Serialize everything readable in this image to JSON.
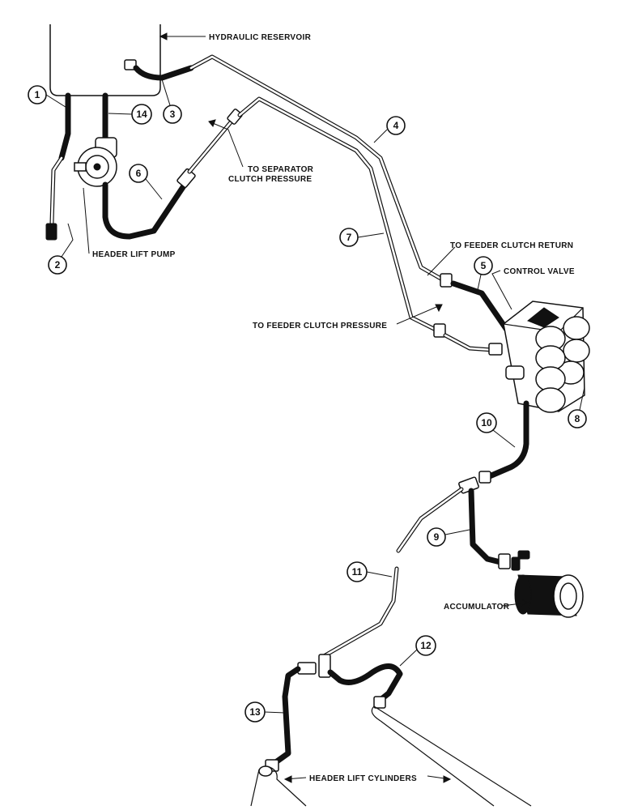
{
  "labels": {
    "hydraulic_reservoir": "HYDRAULIC RESERVOIR",
    "header_lift_pump": "HEADER LIFT PUMP",
    "separator_line1": "TO SEPARATOR",
    "separator_line2": "CLUTCH PRESSURE",
    "feeder_clutch_return": "TO FEEDER CLUTCH RETURN",
    "control_valve": "CONTROL VALVE",
    "feeder_clutch_pressure": "TO FEEDER CLUTCH PRESSURE",
    "accumulator": "ACCUMULATOR",
    "header_lift_cylinders": "HEADER LIFT CYLINDERS"
  },
  "callouts": [
    "1",
    "2",
    "3",
    "4",
    "5",
    "6",
    "7",
    "8",
    "9",
    "10",
    "11",
    "12",
    "13",
    "14"
  ]
}
